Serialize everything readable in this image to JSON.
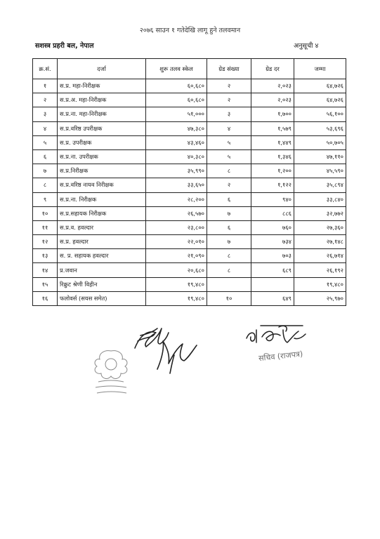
{
  "header": {
    "title": "२०७६ साउन १ गतेदेखि लागू हुने तलवमान",
    "organization": "सशस्त्र प्रहरी बल, नेपाल",
    "annex": "अनुसूची ४"
  },
  "table": {
    "columns": [
      "क्र.सं.",
      "दर्जा",
      "शुरू तलव स्केल",
      "ग्रेड संख्या",
      "ग्रेड दर",
      "जम्मा"
    ],
    "rows": [
      [
        "१",
        "स.प्र. महा-निरीक्षक",
        "६०,६८०",
        "२",
        "२,०२३",
        "६४,७२६"
      ],
      [
        "२",
        "स.प्र.अ. महा-निरीक्षक",
        "६०,६८०",
        "२",
        "२,०२३",
        "६४,७२६"
      ],
      [
        "३",
        "स.प्र.ना. महा-निरीक्षक",
        "५१,०००",
        "३",
        "१,७००",
        "५६,१००"
      ],
      [
        "४",
        "स.प्र.वरिष्ठ उपरीक्षक",
        "४७,३८०",
        "४",
        "१,५७९",
        "५३,६९६"
      ],
      [
        "५",
        "स.प्र. उपरीक्षक",
        "४३,४६०",
        "५",
        "१,४४९",
        "५०,७०५"
      ],
      [
        "६",
        "स.प्र.ना. उपरीक्षक",
        "४०,३८०",
        "५",
        "१,३४६",
        "४७,११०"
      ],
      [
        "७",
        "स.प्र.निरीक्षक",
        "३५,९९०",
        "८",
        "१,२००",
        "४५,५९०"
      ],
      [
        "८",
        "स.प्र.वरिष्ठ नायव निरीक्षक",
        "३३,६५०",
        "२",
        "१,१२२",
        "३५,८९४"
      ],
      [
        "९",
        "स.प्र.ना. निरीक्षक",
        "२८,२००",
        "६",
        "९४०",
        "३३,८४०"
      ],
      [
        "१०",
        "स.प्र.सहायक निरीक्षक",
        "२६,५७०",
        "७",
        "८८६",
        "३२,७७२"
      ],
      [
        "११",
        "स.प्र.व. हवल्दार",
        "२३,८००",
        "६",
        "७६०",
        "२७,३६०"
      ],
      [
        "१२",
        "स.प्र. हवल्दार",
        "२२,०१०",
        "७",
        "७३४",
        "२७,१४८"
      ],
      [
        "१३",
        "स. प्र. सहायक हवल्दार",
        "२१,०९०",
        "८",
        "७०३",
        "२६,७१४"
      ],
      [
        "१४",
        "प्र.जवान",
        "२०,६८०",
        "८",
        "६८९",
        "२६,१९२"
      ],
      [
        "१५",
        "रिक्रुट श्रेणी विहीन",
        "१९,४८०",
        "",
        "",
        "१९,४८०"
      ],
      [
        "१६",
        "फलोवर्स (सयस समेत)",
        "१९,४८०",
        "१०",
        "६४९",
        "२५,९७०"
      ]
    ]
  },
  "signatures": {
    "secretary_title": "सचिव (राजपत्र)"
  },
  "colors": {
    "ink": "#1a1a1a",
    "signature_ink": "#222222",
    "stamp_ink": "#8a8a8a"
  }
}
